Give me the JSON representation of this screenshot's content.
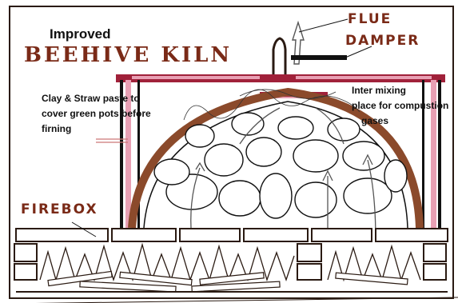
{
  "labels": {
    "improved": "Improved",
    "title": "BEEHIVE KILN",
    "flue": "FLUE",
    "damper": "DAMPER",
    "firebox": "FIREBOX"
  },
  "annotations": {
    "clay_paste": [
      "Clay & Straw paste to",
      "cover green pots before",
      "firning"
    ],
    "mixing_place": [
      "Inter mixing",
      "place for compustion",
      "gases"
    ]
  },
  "colors": {
    "outline": "#7a2a17",
    "paste": "#e8a0b4",
    "top_bar": "#a0213a",
    "dome": "#8b4a2b",
    "ink": "#111111"
  }
}
